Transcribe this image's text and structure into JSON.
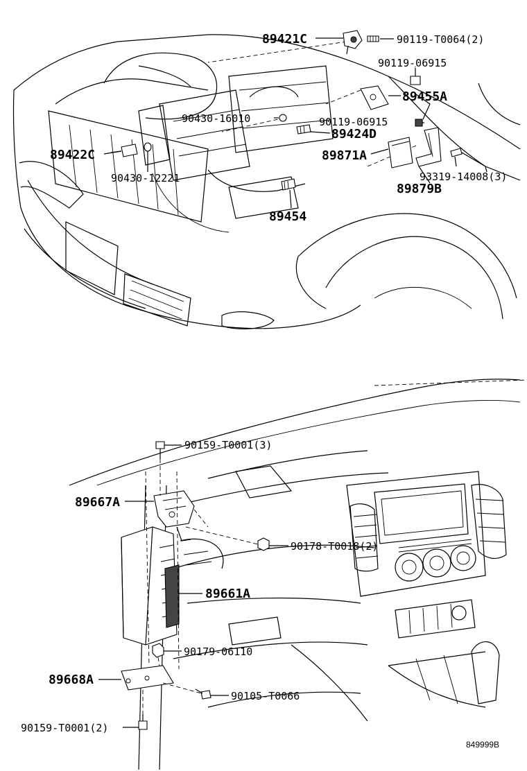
{
  "diagram_id": "849999B",
  "upper_group": {
    "callouts": [
      {
        "name": "label-89421C",
        "text": "89421C"
      },
      {
        "name": "label-90119-T0064",
        "text": "90119-T0064(2)"
      },
      {
        "name": "label-90119-06915-top",
        "text": "90119-06915"
      },
      {
        "name": "label-89455A",
        "text": "89455A"
      },
      {
        "name": "label-90430-16010",
        "text": "90430-16010"
      },
      {
        "name": "label-90119-06915-mid",
        "text": "90119-06915"
      },
      {
        "name": "label-89424D",
        "text": "89424D"
      },
      {
        "name": "label-89422C",
        "text": "89422C"
      },
      {
        "name": "label-89871A",
        "text": "89871A"
      },
      {
        "name": "label-93319-14008",
        "text": "93319-14008(3)"
      },
      {
        "name": "label-90430-12221",
        "text": "90430-12221"
      },
      {
        "name": "label-89879B",
        "text": "89879B"
      },
      {
        "name": "label-89454",
        "text": "89454"
      }
    ]
  },
  "lower_group": {
    "callouts": [
      {
        "name": "label-90159-T0001-top",
        "text": "90159-T0001(3)"
      },
      {
        "name": "label-89667A",
        "text": "89667A"
      },
      {
        "name": "label-90178-T0018",
        "text": "90178-T0018(2)"
      },
      {
        "name": "label-89661A",
        "text": "89661A"
      },
      {
        "name": "label-90179-06110",
        "text": "90179-06110"
      },
      {
        "name": "label-89668A",
        "text": "89668A"
      },
      {
        "name": "label-90105-T0066",
        "text": "90105-T0066"
      },
      {
        "name": "label-90159-T0001-bottom",
        "text": "90159-T0001(2)"
      }
    ]
  }
}
